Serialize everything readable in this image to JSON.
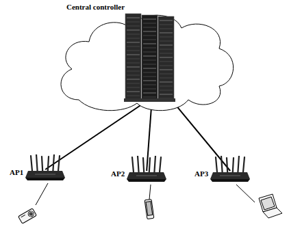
{
  "diagram": {
    "nodes": [
      {
        "text": [
          "Central controller"
        ]
      },
      {
        "text": [
          "AP1"
        ]
      },
      {
        "text": [
          "AP2"
        ]
      },
      {
        "text": [
          "AP3"
        ]
      }
    ],
    "edges": [
      {
        "from": 0,
        "to": 1,
        "arrow": "none"
      },
      {
        "from": 0,
        "to": 2,
        "arrow": "none"
      },
      {
        "from": 0,
        "to": 3,
        "arrow": "none"
      }
    ]
  }
}
